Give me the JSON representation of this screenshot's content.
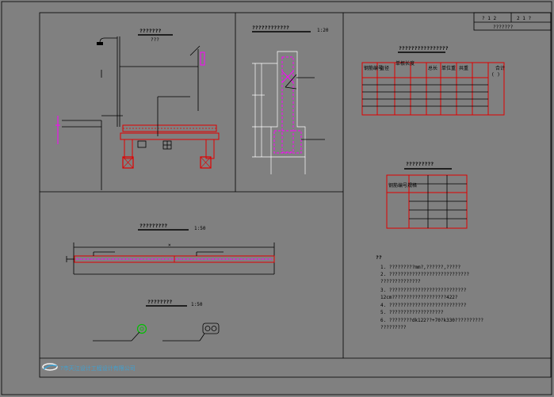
{
  "sheet": {
    "sheet_no_left": "? 1 2",
    "sheet_no_right": "2 1 ?",
    "sheet_caption": "???????"
  },
  "views": {
    "section_view": {
      "title": "???????",
      "sub": "???"
    },
    "detail_view": {
      "title": "????????????",
      "scale": "1:20"
    },
    "long_view": {
      "title": "?????????",
      "scale": "1:50"
    },
    "small_view": {
      "title": "????????",
      "scale": "1:50"
    }
  },
  "table1": {
    "title": "????????????????",
    "headers": [
      "钢筋编号",
      "直径",
      "单根长度",
      "",
      "总长",
      "单位重",
      "共重",
      "",
      "合计"
    ],
    "unit_mark": "( )"
  },
  "table2": {
    "title": "?????????",
    "header": "钢筋编号规格"
  },
  "notes": {
    "heading": "??",
    "items": [
      "1.  ?????????mm?,??????,?????",
      "2.  ????????????????????????????",
      "     ??????????????",
      "3.  ???????????????????????????",
      "     12cm???????????????????422?",
      "4.  ???????????????????????????",
      "5.  ???????????????????",
      "6.  ????????dk122??+70?k330??????????",
      "     ?????????"
    ]
  },
  "dims": {
    "long_total": "×"
  },
  "footer": {
    "company": "?市天江设计工程设计有限公司"
  }
}
